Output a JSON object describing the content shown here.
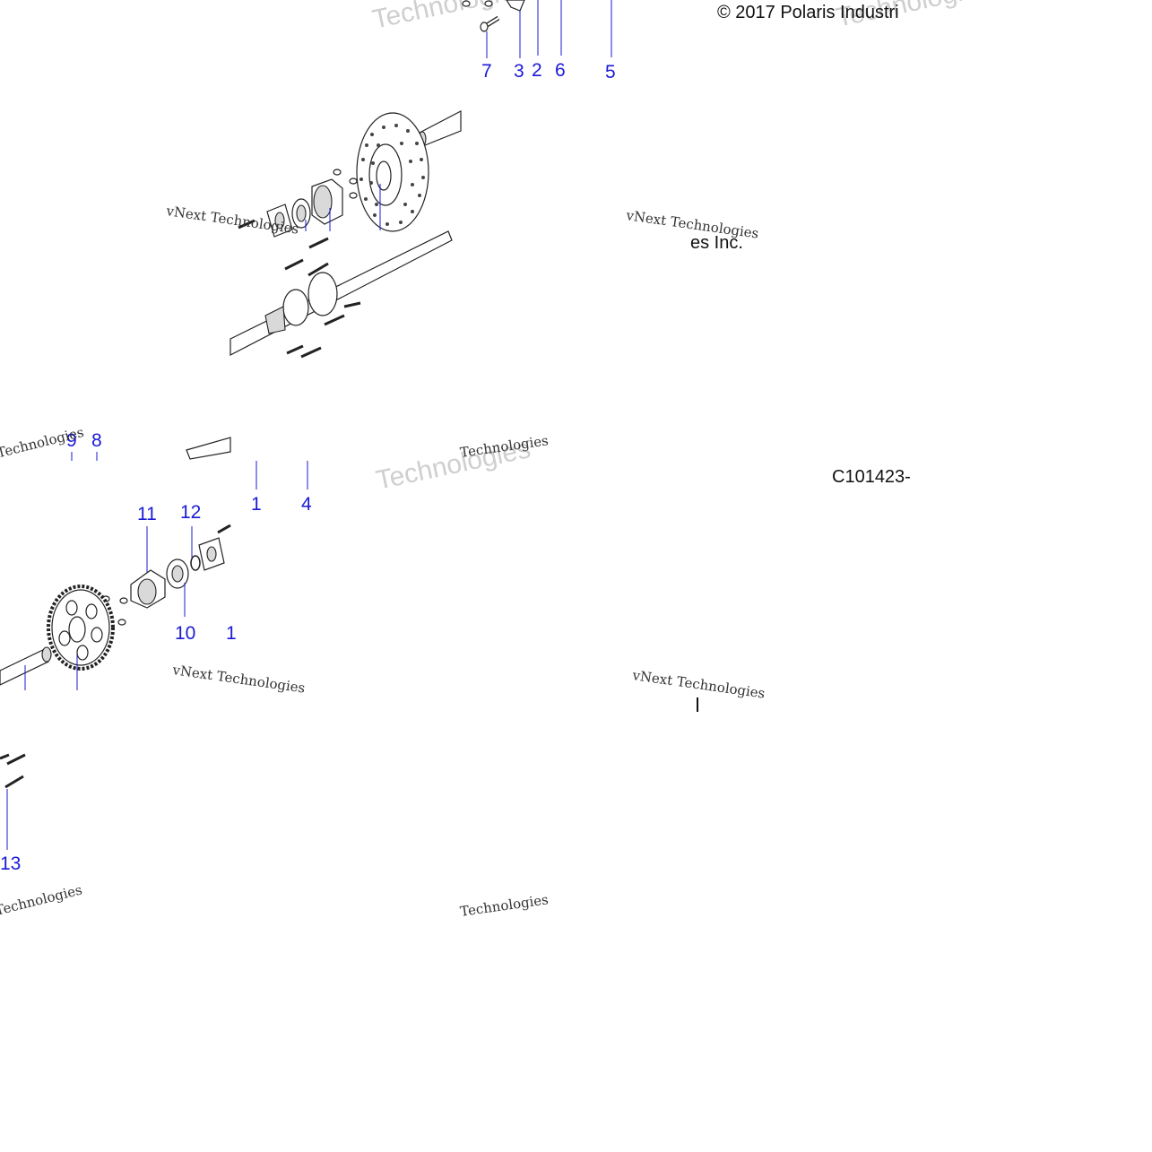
{
  "copyright": "© 2017 Polaris Industri",
  "figure_code": "C101423-",
  "fragment_text": "es Inc.",
  "watermarks": [
    "vNext Technologies",
    "Technologies",
    "vNext Technologies",
    "Technologies"
  ],
  "callouts": {
    "c1": "1",
    "c2": "2",
    "c3": "3",
    "c4": "4",
    "c5": "5",
    "c6": "6",
    "c7": "7",
    "c8": "8",
    "c9": "9",
    "c10": "10",
    "c11": "11",
    "c12": "12",
    "c13": "13",
    "c1b": "1"
  },
  "icons": {
    "brake_disc": "brake-disc-icon",
    "sprocket": "sprocket-icon",
    "axle": "axle-shaft-icon",
    "bearing": "bearing-icon",
    "hub": "hub-flange-icon",
    "bolt": "bolt-icon"
  }
}
